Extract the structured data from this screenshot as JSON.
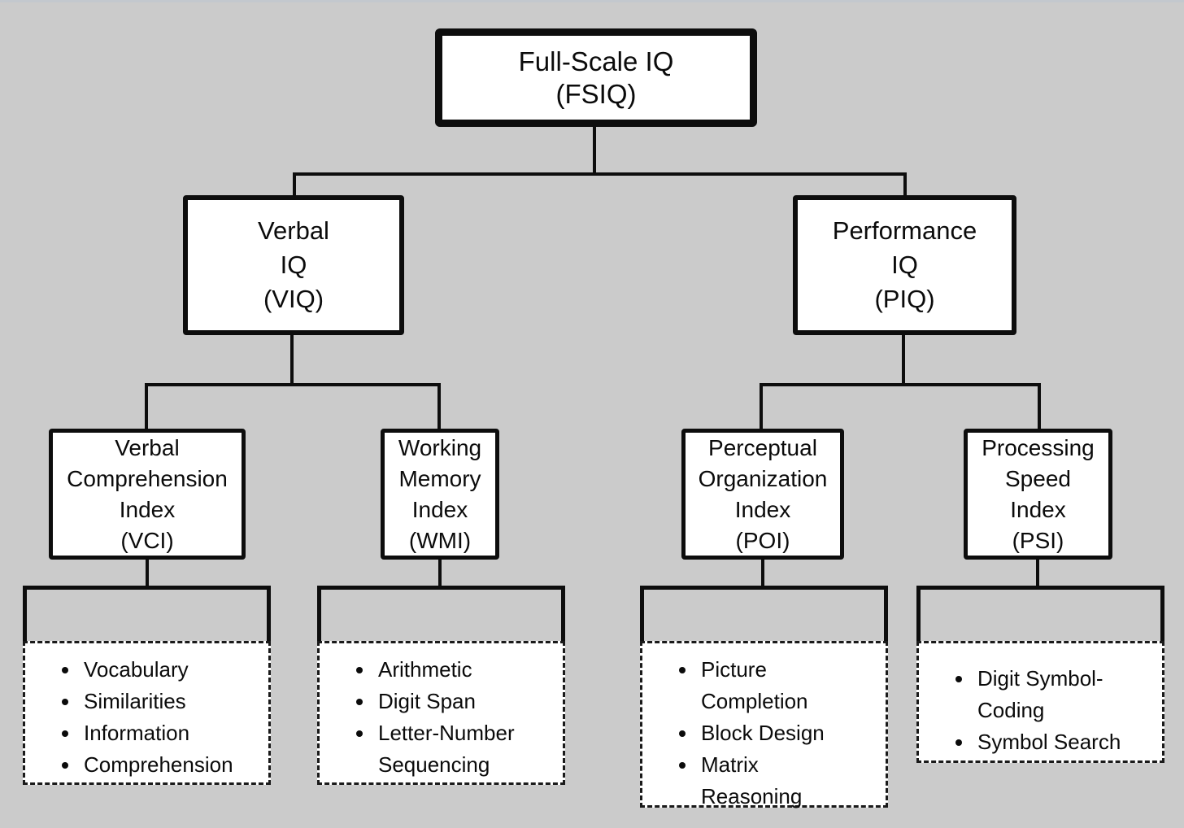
{
  "colors": {
    "background": "#cbcbcb",
    "box_fill": "#ffffff",
    "line": "#0d0d0d",
    "text": "#0b0b0b"
  },
  "nodes": {
    "fsiq": {
      "label": "Full-Scale IQ\n(FSIQ)"
    },
    "viq": {
      "label": "Verbal\nIQ\n(VIQ)"
    },
    "piq": {
      "label": "Performance\nIQ\n(PIQ)"
    },
    "vci": {
      "label": "Verbal\nComprehension\nIndex\n(VCI)"
    },
    "wmi": {
      "label": "Working\nMemory\nIndex\n(WMI)"
    },
    "poi": {
      "label": "Perceptual\nOrganization\nIndex\n(POI)"
    },
    "psi": {
      "label": "Processing\nSpeed\nIndex\n(PSI)"
    }
  },
  "subtests": {
    "vci": [
      "Vocabulary",
      "Similarities",
      "Information",
      "Comprehension"
    ],
    "wmi": [
      "Arithmetic",
      "Digit Span",
      "Letter-Number\nSequencing"
    ],
    "poi": [
      "Picture\nCompletion",
      "Block Design",
      "Matrix\nReasoning"
    ],
    "psi": [
      "Digit Symbol-\nCoding",
      "Symbol Search"
    ]
  }
}
